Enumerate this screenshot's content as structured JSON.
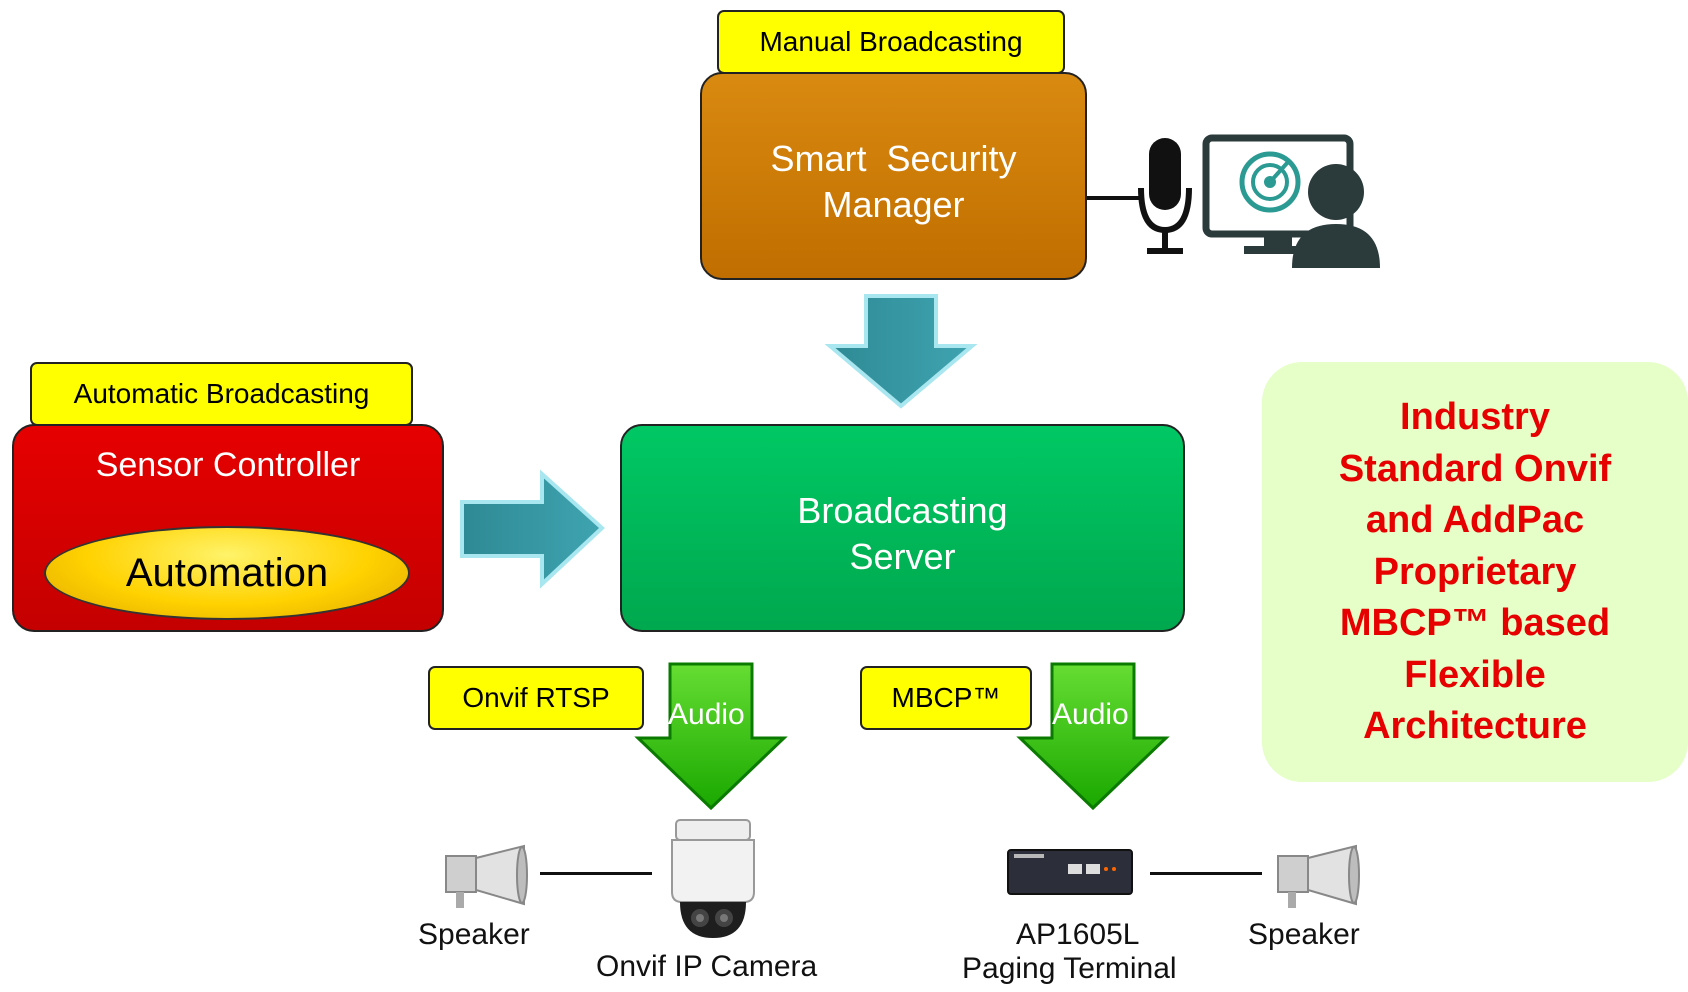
{
  "manual_tag": "Manual Broadcasting",
  "manager": {
    "line1": "Smart  Security",
    "line2": "Manager"
  },
  "auto_tag": "Automatic Broadcasting",
  "sensor": {
    "title": "Sensor Controller",
    "automation": "Automation"
  },
  "server": {
    "line1": "Broadcasting",
    "line2": "Server"
  },
  "onvif_tag": "Onvif RTSP",
  "mbcp_tag": "MBCP™",
  "audio_left": "Audio",
  "audio_right": "Audio",
  "speaker_left": "Speaker",
  "camera": "Onvif IP Camera",
  "terminal": {
    "line1": "AP1605L",
    "line2": "Paging Terminal"
  },
  "speaker_right": "Speaker",
  "callout": {
    "lines": [
      "Industry",
      "Standard Onvif",
      "and AddPac",
      "Proprietary",
      "MBCP™ based",
      "Flexible",
      "Architecture"
    ]
  },
  "colors": {
    "manager": "#cc7a00",
    "sensor": "#dd0000",
    "server": "#00b85a",
    "callout_bg": "#e6ffc8",
    "callout_text": "#e60000",
    "tag": "#ffff00"
  },
  "icons": [
    "microphone-icon",
    "monitor-radar-icon",
    "user-icon",
    "speaker-icon",
    "ip-camera-icon",
    "paging-terminal-icon"
  ]
}
